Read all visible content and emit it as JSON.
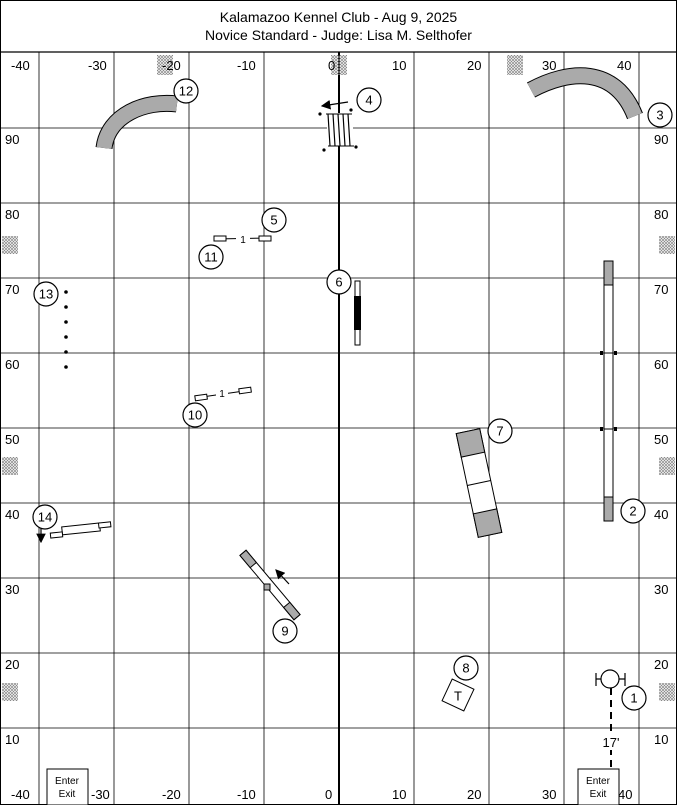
{
  "header": {
    "title": "Kalamazoo Kennel Club - Aug 9, 2025",
    "subtitle": "Novice Standard - Judge: Lisa M. Selthofer"
  },
  "axes": {
    "top_labels": [
      "-40",
      "-30",
      "-20",
      "-10",
      "0",
      "10",
      "20",
      "30",
      "40"
    ],
    "bottom_labels": [
      "-40",
      "-30",
      "-20",
      "-10",
      "0",
      "10",
      "20",
      "30",
      "40"
    ],
    "side_labels": [
      "90",
      "80",
      "70",
      "60",
      "50",
      "40",
      "30",
      "20",
      "10"
    ]
  },
  "obstacles": {
    "n1": "1",
    "n2": "2",
    "n3": "3",
    "n4": "4",
    "n5": "5",
    "n6": "6",
    "n7": "7",
    "n8": "8",
    "n9": "9",
    "n10": "10",
    "n11": "11",
    "n12": "12",
    "n13": "13",
    "n14": "14",
    "table_label": "T",
    "jump_mark_1": "1",
    "jump_mark_2": "1",
    "distance": "17'"
  },
  "gates": {
    "left": {
      "line1": "Enter",
      "line2": "Exit"
    },
    "right": {
      "line1": "Enter",
      "line2": "Exit"
    }
  }
}
